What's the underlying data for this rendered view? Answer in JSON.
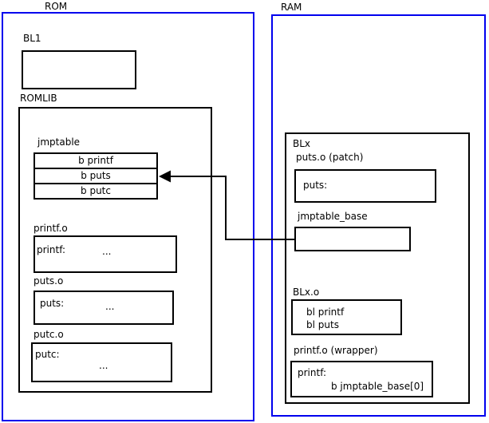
{
  "rom": {
    "label": "ROM",
    "bl1": {
      "label": "BL1"
    },
    "romlib": {
      "label": "ROMLIB",
      "jmptable": {
        "label": "jmptable",
        "rows": [
          "b printf",
          "b puts",
          "b putc"
        ]
      },
      "printf_o": {
        "label": "printf.o",
        "symbol": "printf:",
        "body": "..."
      },
      "puts_o": {
        "label": "puts.o",
        "symbol": "puts:",
        "body": "..."
      },
      "putc_o": {
        "label": "putc.o",
        "symbol": "putc:",
        "body": "..."
      }
    }
  },
  "ram": {
    "label": "RAM",
    "blx": {
      "label": "BLx",
      "puts_patch": {
        "label": "puts.o (patch)",
        "symbol": "puts:"
      },
      "jmptable_base": {
        "label": "jmptable_base"
      },
      "blx_o": {
        "label": "BLx.o",
        "lines": [
          "bl printf",
          "bl puts"
        ]
      },
      "printf_wrapper": {
        "label": "printf.o (wrapper)",
        "symbol": "printf:",
        "body": "b jmptable_base[0]"
      }
    }
  },
  "colors": {
    "region_border": "#0000ee",
    "box_border": "#000000",
    "background": "#ffffff"
  }
}
